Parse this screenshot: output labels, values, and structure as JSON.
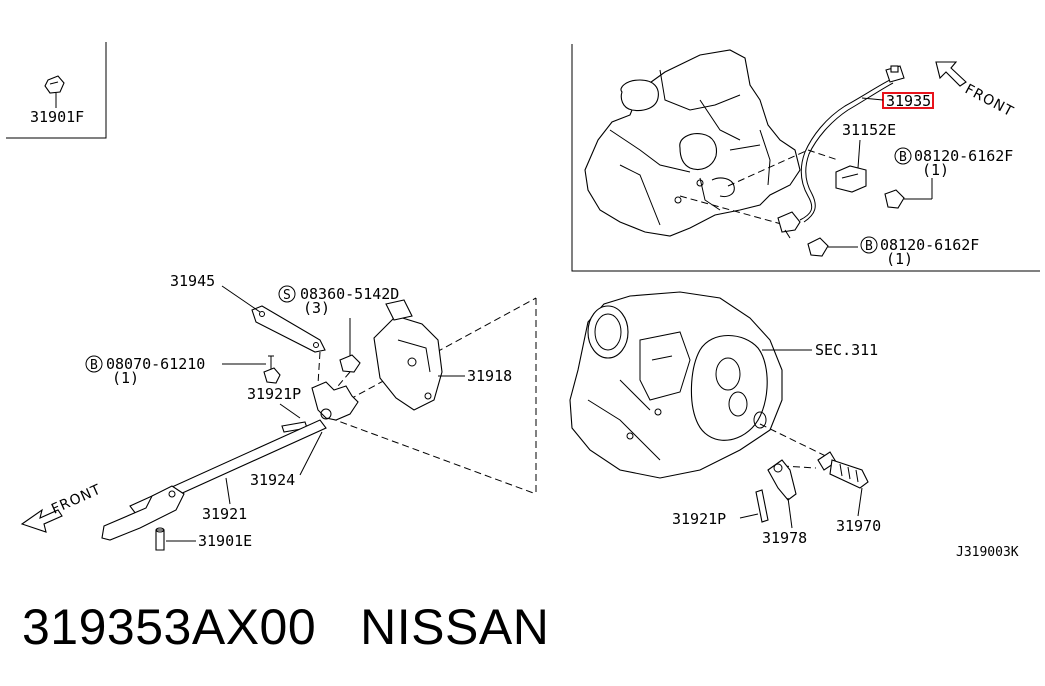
{
  "labels": {
    "p31901F": "31901F",
    "p31152E": "31152E",
    "bolt1_code": "08120-6162F",
    "bolt1_qty": "(1)",
    "bolt2_code": "08120-6162F",
    "bolt2_qty": "(1)",
    "sensor_partial": "31935",
    "front_top": "FRONT",
    "p31945": "31945",
    "screw_code": "08360-5142D",
    "screw_qty": "(3)",
    "bolt3_code": "08070-61210",
    "bolt3_qty": "(1)",
    "p31921P_a": "31921P",
    "p31918": "31918",
    "p31924": "31924",
    "p31921": "31921",
    "p31901E": "31901E",
    "front_bottom": "FRONT",
    "sec311": "SEC.311",
    "p31921P_b": "31921P",
    "p31978": "31978",
    "p31970": "31970",
    "diagram_code": "J319003K",
    "circle_B": "B",
    "circle_S": "S"
  },
  "highlight": {
    "color": "#e8141c"
  },
  "footer": {
    "part_number": "319353AX00",
    "brand": "NISSAN"
  }
}
